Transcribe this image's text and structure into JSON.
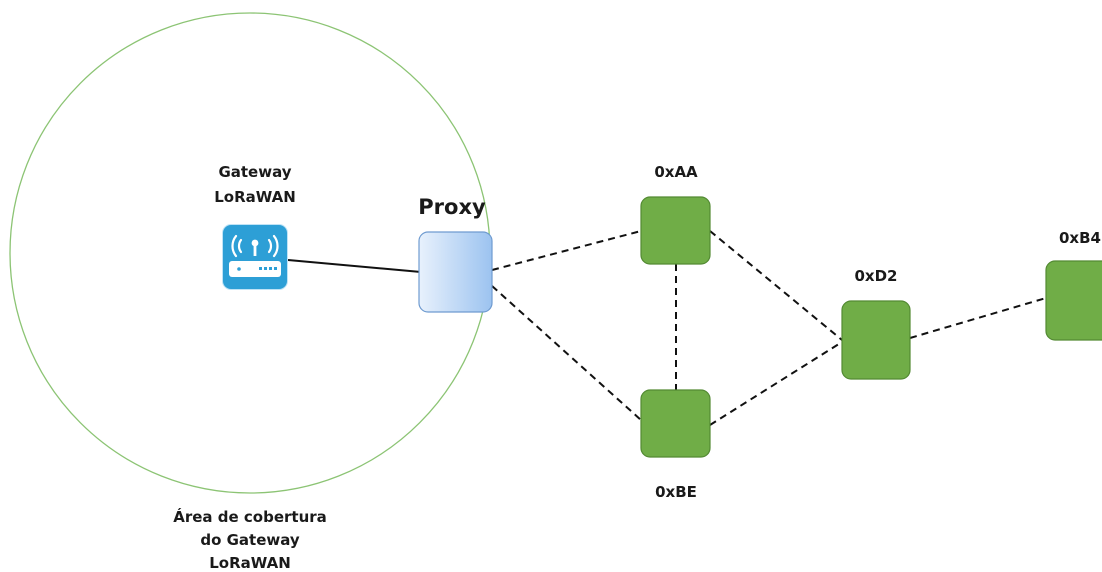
{
  "diagram": {
    "coverage_area": {
      "caption_lines": [
        "Área de cobertura",
        "do Gateway",
        "LoRaWAN"
      ],
      "border_color": "#8cc474"
    },
    "gateway": {
      "title_lines": [
        "Gateway",
        "LoRaWAN"
      ],
      "icon": "wireless-router-icon",
      "icon_color": "#2d9fd6"
    },
    "proxy": {
      "label": "Proxy",
      "fill_color": "#9cc3f0"
    },
    "nodes": [
      {
        "id": "aa",
        "label": "0xAA"
      },
      {
        "id": "be",
        "label": "0xBE"
      },
      {
        "id": "d2",
        "label": "0xD2"
      },
      {
        "id": "b4",
        "label": "0xB4"
      }
    ],
    "node_color": "#70ad47",
    "links": [
      {
        "from": "gateway",
        "to": "proxy",
        "style": "solid"
      },
      {
        "from": "proxy",
        "to": "aa",
        "style": "dashed"
      },
      {
        "from": "proxy",
        "to": "be",
        "style": "dashed"
      },
      {
        "from": "aa",
        "to": "be",
        "style": "dashed"
      },
      {
        "from": "aa",
        "to": "d2",
        "style": "dashed"
      },
      {
        "from": "be",
        "to": "d2",
        "style": "dashed"
      },
      {
        "from": "d2",
        "to": "b4",
        "style": "dashed"
      }
    ]
  }
}
